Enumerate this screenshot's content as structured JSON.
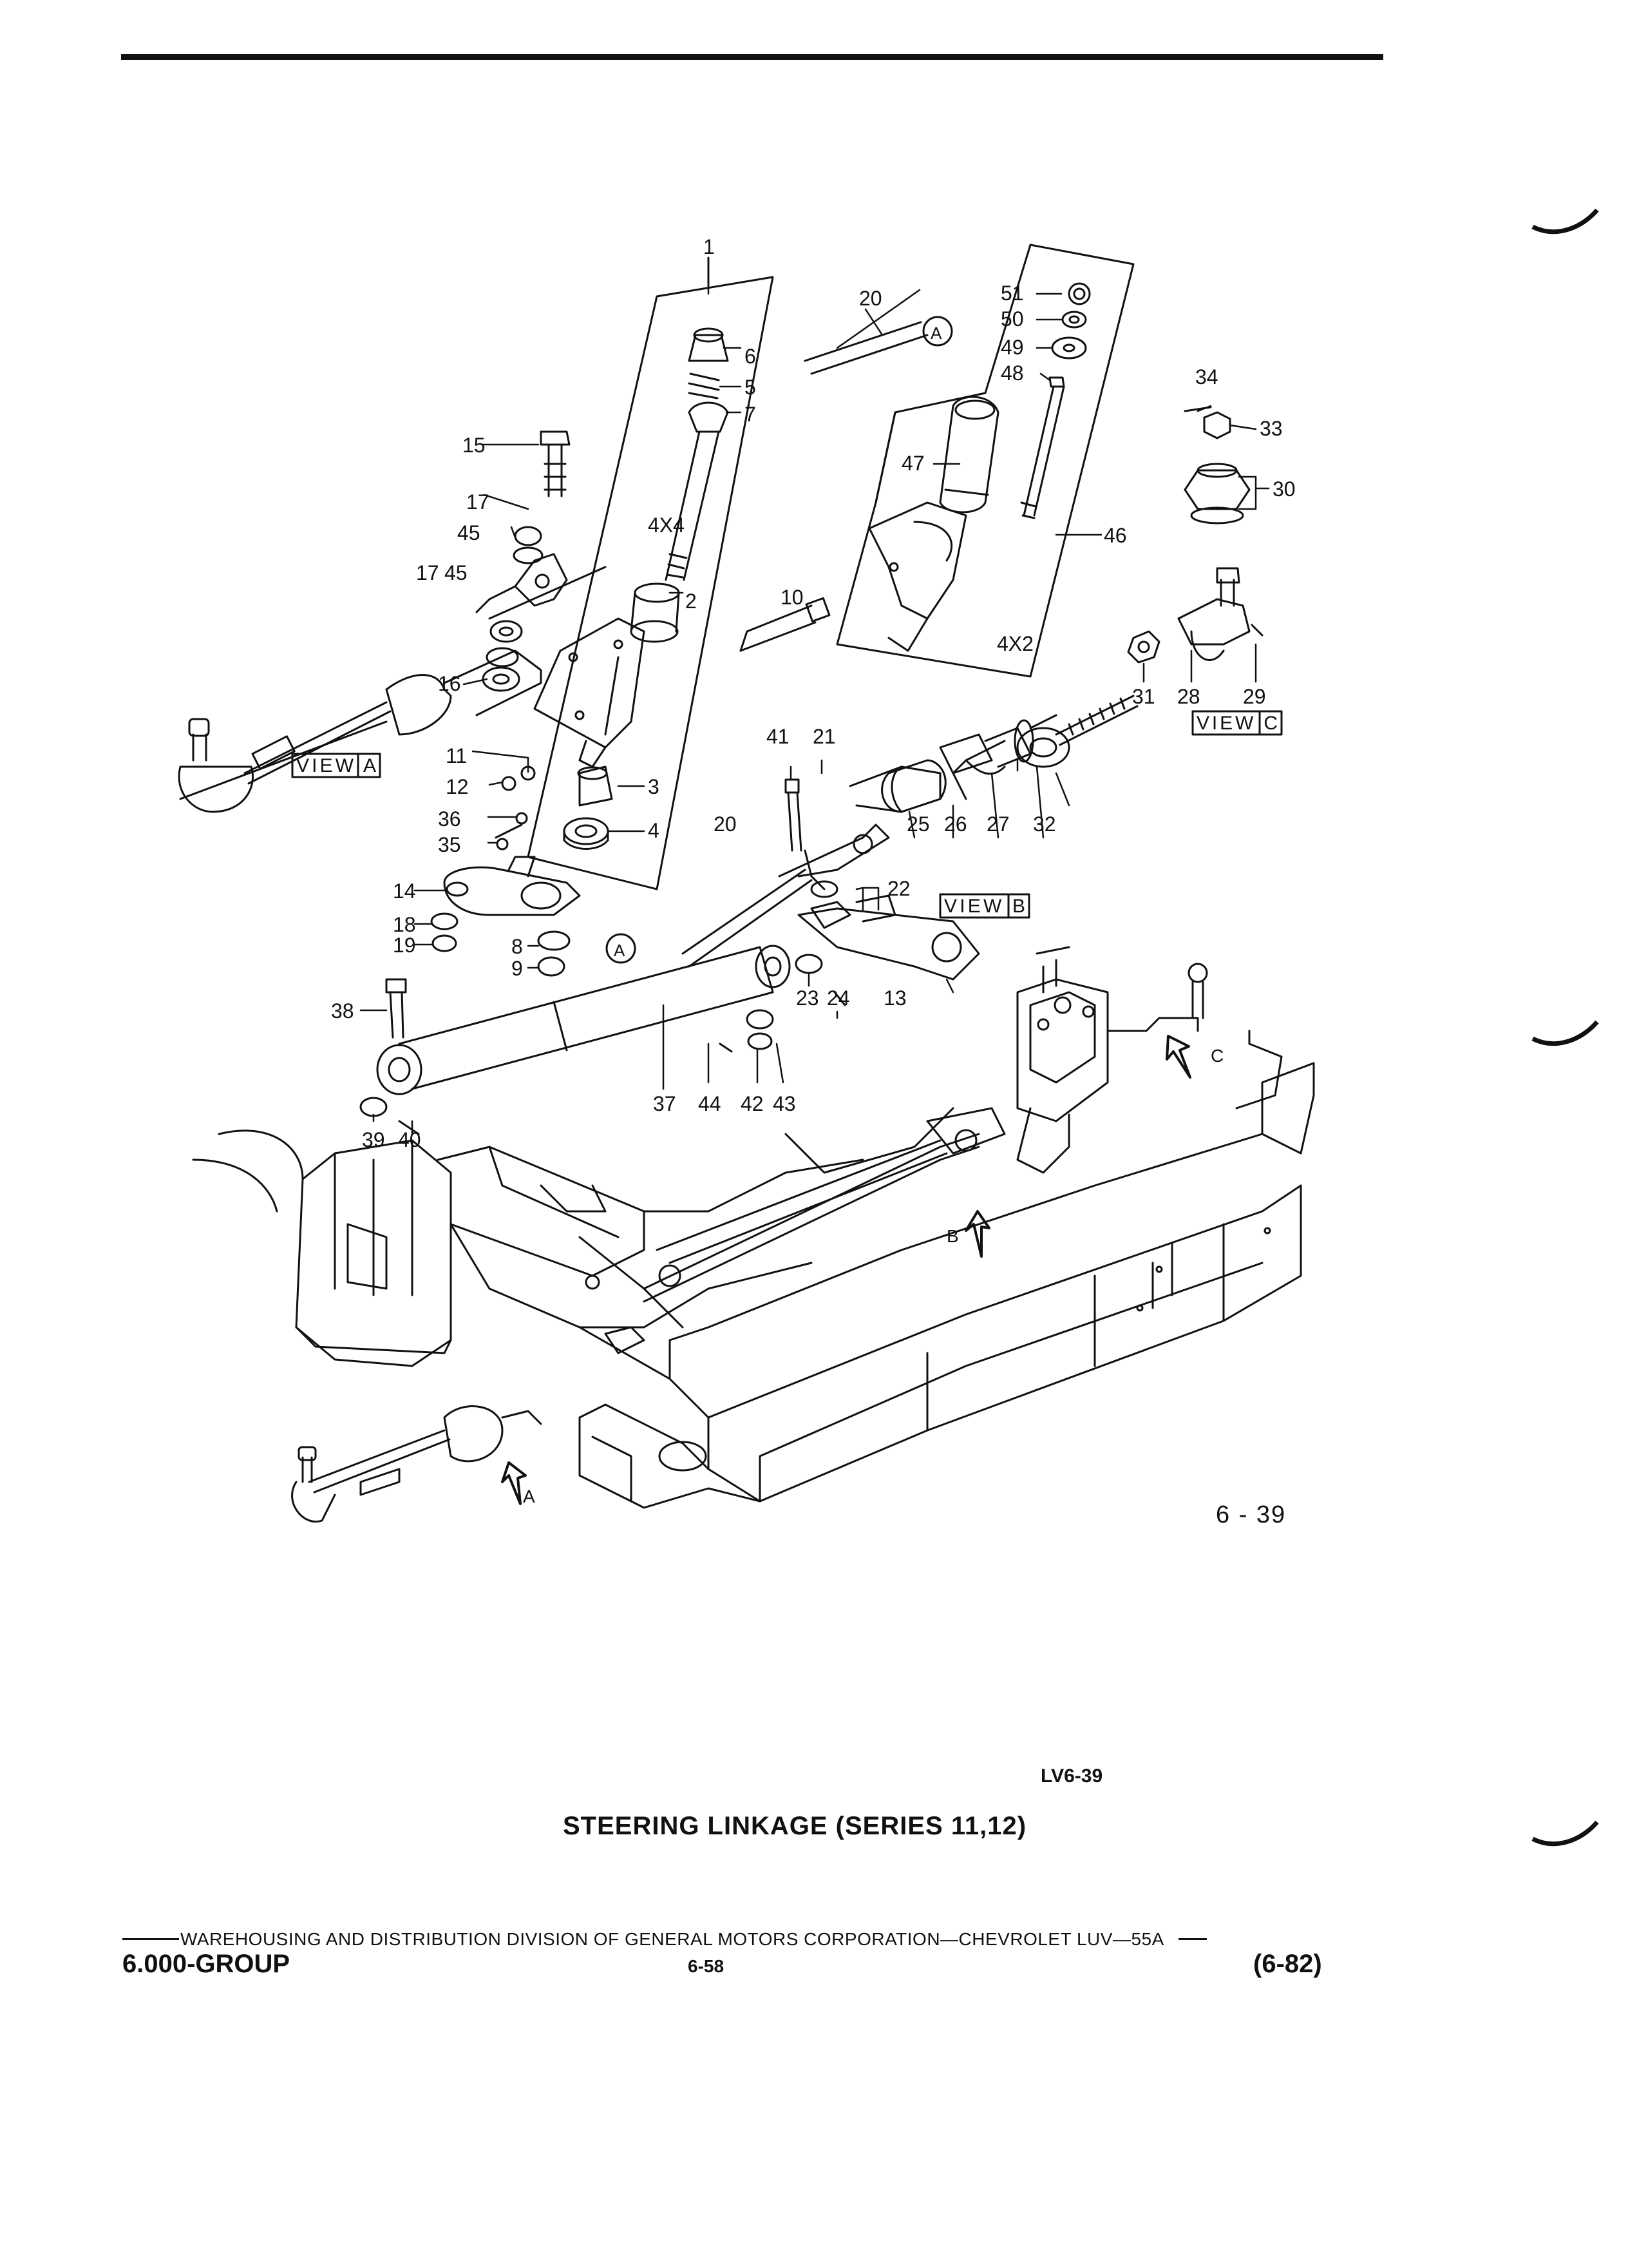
{
  "figure": {
    "number": "6 - 39",
    "code": "LV6-39",
    "title": "STEERING LINKAGE (SERIES 11,12)",
    "callouts": [
      "1",
      "2",
      "3",
      "4",
      "5",
      "6",
      "7",
      "8",
      "9",
      "10",
      "11",
      "12",
      "13",
      "14",
      "15",
      "16",
      "17",
      "18",
      "19",
      "20",
      "21",
      "22",
      "23",
      "24",
      "25",
      "26",
      "27",
      "28",
      "29",
      "30",
      "31",
      "32",
      "33",
      "34",
      "35",
      "36",
      "37",
      "38",
      "39",
      "40",
      "41",
      "42",
      "43",
      "44",
      "45",
      "46",
      "47",
      "48",
      "49",
      "50",
      "51"
    ],
    "variant_labels": [
      "4X4",
      "4X2"
    ],
    "view_labels": [
      "VIEW A",
      "VIEW B",
      "VIEW C"
    ],
    "arrow_letters": [
      "A",
      "B",
      "C"
    ]
  },
  "footer": {
    "division_line": "WAREHOUSING AND DISTRIBUTION  DIVISION OF GENERAL MOTORS CORPORATION—CHEVROLET LUV—55A",
    "group": "6.000-GROUP",
    "page": "6-58",
    "date": "(6-82)"
  }
}
